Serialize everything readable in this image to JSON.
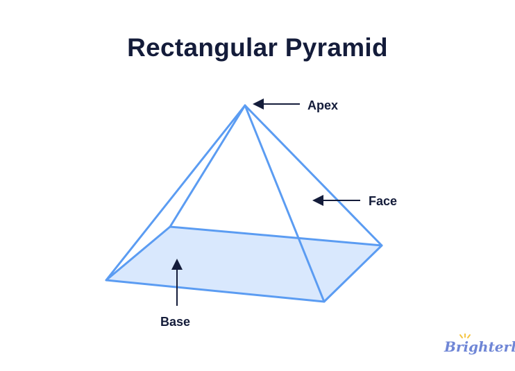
{
  "title": "Rectangular Pyramid",
  "labels": {
    "apex": "Apex",
    "face": "Face",
    "base": "Base"
  },
  "brand": "Brighterly",
  "colors": {
    "edge": "#5b9cf2",
    "base_fill": "#d9e8fd",
    "text": "#141c3a",
    "arrow": "#141c3a",
    "brand": "#6f86d6",
    "brand_accent": "#f5c542"
  }
}
